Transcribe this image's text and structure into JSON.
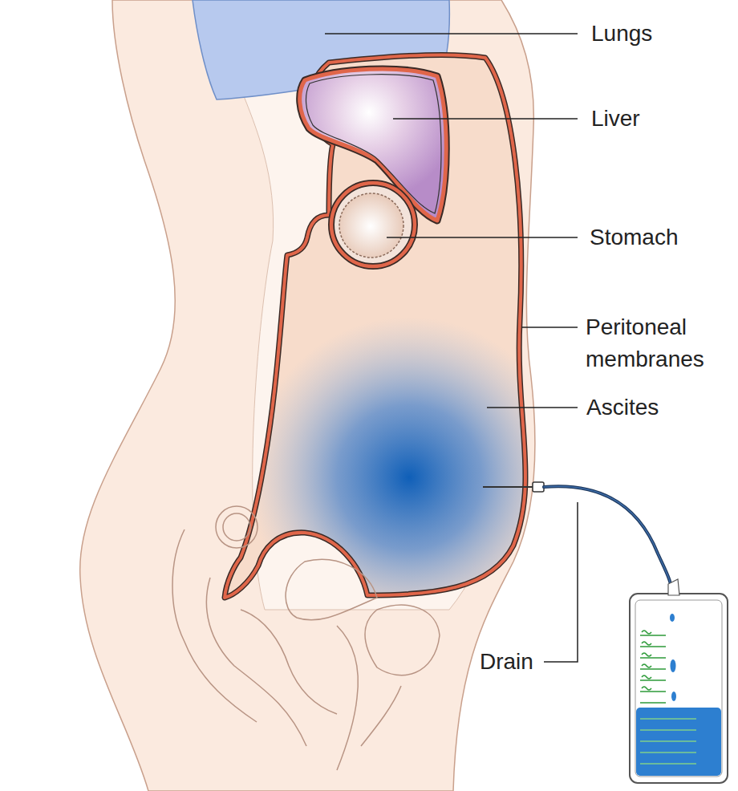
{
  "diagram": {
    "labels": [
      "Lungs",
      "Liver",
      "Stomach",
      "Peritoneal membranes",
      "Ascites",
      "Drain"
    ]
  }
}
